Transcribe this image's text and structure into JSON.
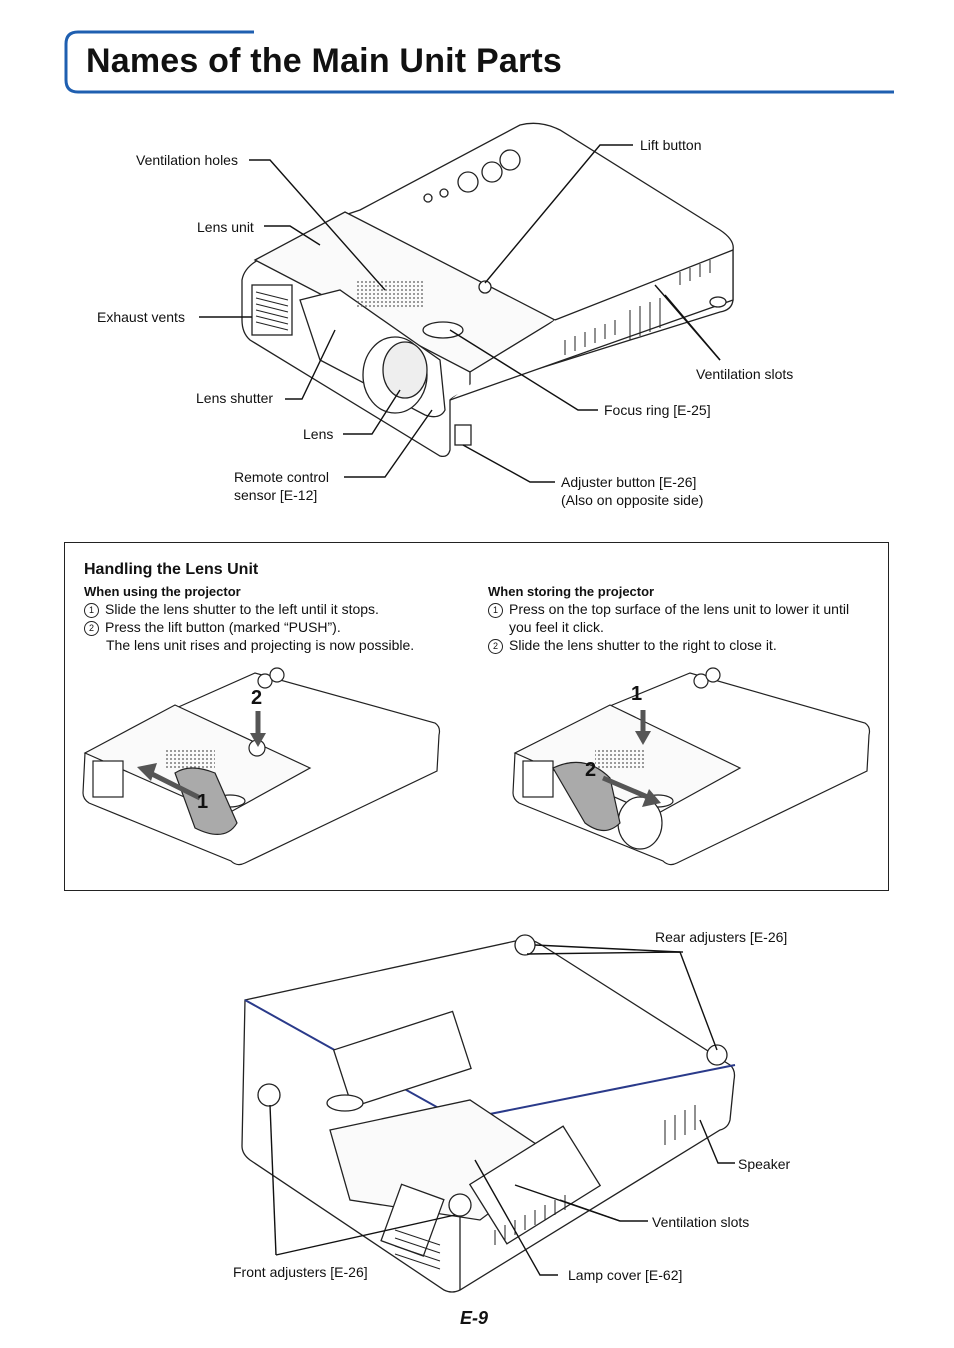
{
  "page": {
    "title": "Names of the Main Unit Parts",
    "page_number": "E-9"
  },
  "top_labels": {
    "ventilation_holes": "Ventilation holes",
    "lens_unit": "Lens unit",
    "exhaust_vents": "Exhaust vents",
    "lens_shutter": "Lens shutter",
    "lens": "Lens",
    "remote_sensor_1": "Remote control",
    "remote_sensor_2": "sensor [E-12]",
    "lift_button": "Lift button",
    "ventilation_slots": "Ventilation slots",
    "focus_ring": "Focus ring [E-25]",
    "adjuster_button_1": "Adjuster button [E-26]",
    "adjuster_button_2": "(Also on opposite side)"
  },
  "handling": {
    "title": "Handling the Lens Unit",
    "using": {
      "heading": "When using the projector",
      "steps": [
        {
          "num": "1",
          "text": "Slide the lens shutter to the left until it stops."
        },
        {
          "num": "2",
          "text": "Press the lift button (marked “PUSH”)."
        }
      ],
      "continuation": "The lens unit rises and projecting is now possible."
    },
    "storing": {
      "heading": "When storing the projector",
      "steps": [
        {
          "num": "1",
          "text": "Press on the top surface of the lens unit to lower it until"
        },
        {
          "num": "2",
          "text": "Slide the lens shutter to the right to close it."
        }
      ],
      "continuation": "you feel it click."
    },
    "callouts": [
      "1",
      "2",
      "1",
      "2"
    ]
  },
  "bottom_labels": {
    "rear_adjusters": "Rear adjusters [E-26]",
    "speaker": "Speaker",
    "ventilation_slots": "Ventilation slots",
    "front_adjusters": "Front adjusters [E-26]",
    "lamp_cover": "Lamp cover [E-62]"
  },
  "colors": {
    "title_border": "#1f5fb0",
    "accent_blue": "#1f5fb0"
  }
}
